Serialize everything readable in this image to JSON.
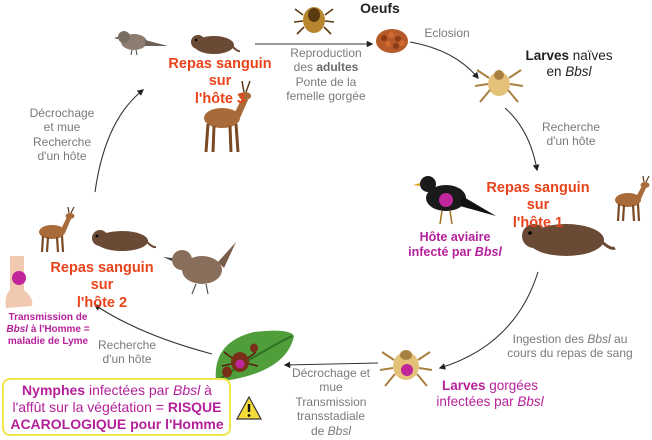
{
  "title": "Oeufs",
  "steps": {
    "eclosion": "Eclosion",
    "reproduction": [
      "Reproduction",
      "des ",
      "adultes",
      "Ponte de la",
      "femelle gorgée"
    ],
    "recherche_hote_right": [
      "Recherche",
      "d'un hôte"
    ],
    "ingestion": [
      "Ingestion des ",
      "Bbsl",
      " au",
      "cours du repas de sang"
    ],
    "decrochage_bottom": [
      "Décrochage et",
      "mue",
      "Transmission",
      "transstadiale",
      "de ",
      "Bbsl"
    ],
    "recherche_hote_left": [
      "Recherche",
      "d'un hôte"
    ],
    "decrochage_left": [
      "Décrochage",
      "et mue",
      "Recherche",
      "d'un hôte"
    ]
  },
  "stages": {
    "larves_naives": [
      "Larves",
      " naïves",
      "en ",
      "Bbsl"
    ],
    "larves_gorgees": [
      "Larves",
      " gorgées",
      "infectées par ",
      "Bbsl"
    ],
    "nymphes": [
      "Nymphes",
      " infectées par ",
      "Bbsl",
      " à",
      "l'affût sur la végétation = ",
      "RISQUE",
      "ACAROLOGIQUE pour l'Homme"
    ]
  },
  "meals": {
    "host1": [
      "Repas sanguin sur",
      "l'hôte 1"
    ],
    "host2": [
      "Repas sanguin sur",
      "l'hôte 2"
    ],
    "host3": [
      "Repas sanguin sur",
      "l'hôte 3"
    ]
  },
  "hote_aviaire": [
    "Hôte aviaire",
    "infecté par ",
    "Bbsl"
  ],
  "transmission_human": [
    "Transmission de",
    "Bbsl",
    " à l'Homme =",
    "maladie de Lyme"
  ],
  "colors": {
    "meal_red": "#e8431b",
    "infection_magenta": "#b5219a",
    "step_gray": "#7a7a7a",
    "warning_yellow": "#f0e54a"
  }
}
